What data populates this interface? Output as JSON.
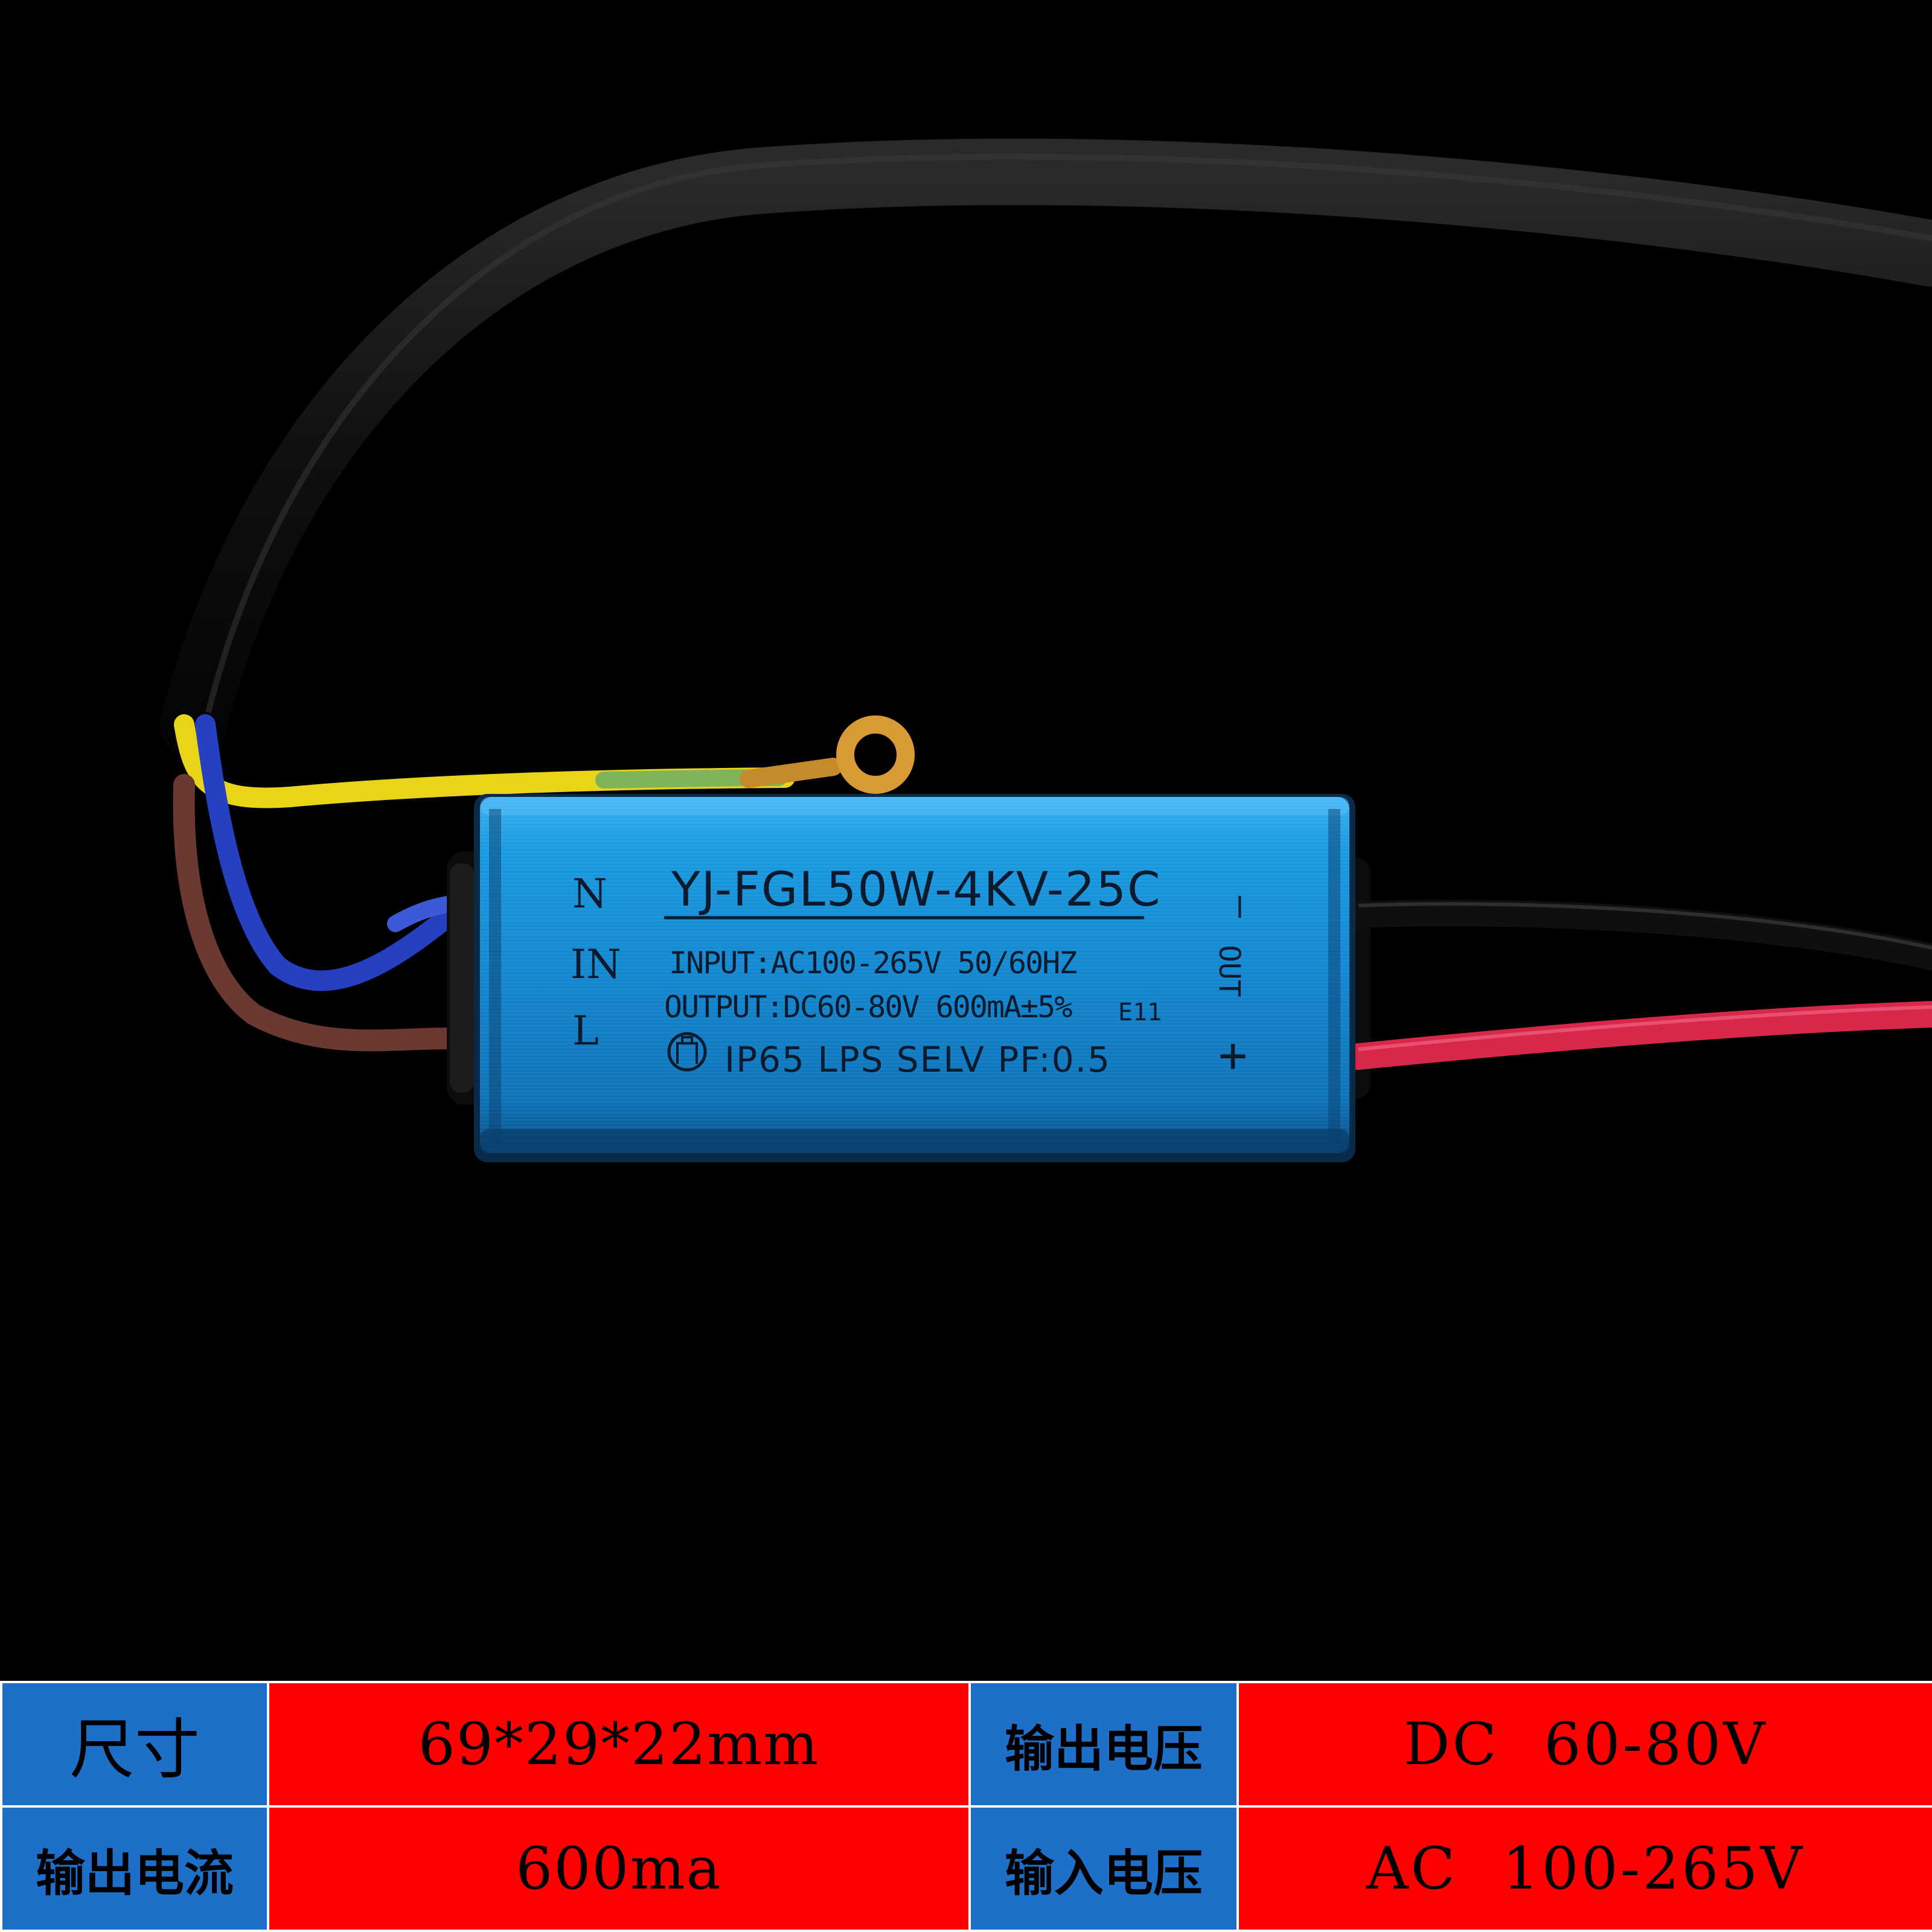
{
  "driver_label": {
    "model": "YJ-FGL50W-4KV-25C",
    "input": "INPUT:AC100-265V 50/60HZ",
    "output": "OUTPUT:DC60-80V 600mA±5%",
    "output_mark": "E11",
    "rating": "IP65 LPS SELV PF:0.5",
    "terminal_n": "N",
    "terminal_in": "IN",
    "terminal_l": "L",
    "out_minus": "—",
    "out_label": "OUT",
    "out_plus": "+"
  },
  "spec_table": {
    "rows": [
      {
        "label1": "尺寸",
        "value1": "69*29*22mm",
        "label2": "输出电压",
        "value2": "DC 60-80V"
      },
      {
        "label1": "输出电流",
        "value1": "600ma",
        "label2": "输入电压",
        "value2": "AC 100-265V"
      }
    ]
  },
  "colors": {
    "background": "#000000",
    "label_cell": "#1e6fc8",
    "value_cell": "#fe0000",
    "driver_case": "#1e8fd8"
  }
}
